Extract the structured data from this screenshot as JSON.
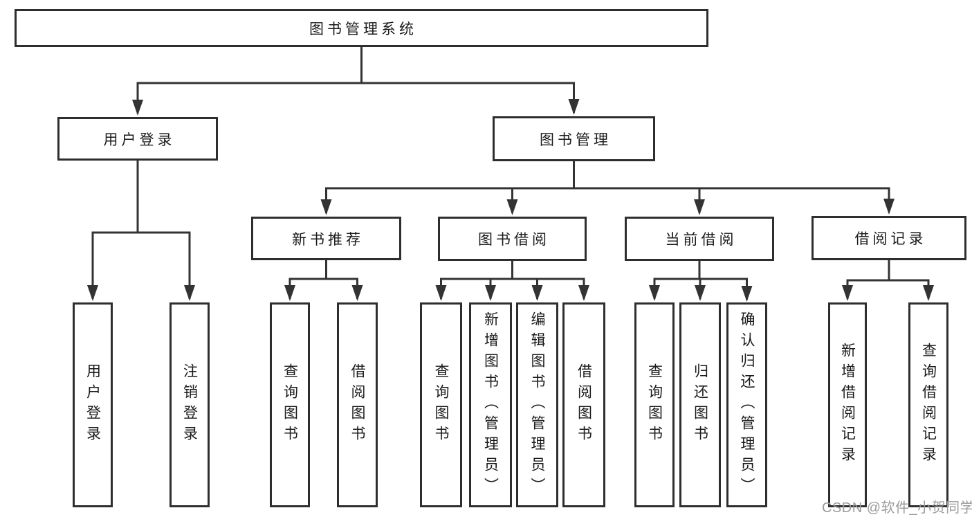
{
  "diagram": {
    "root": {
      "label": "图书管理系统"
    },
    "user_login": {
      "label": "用户登录",
      "children": [
        "用户登录",
        "注销登录"
      ]
    },
    "book_management": {
      "label": "图书管理",
      "sections": [
        {
          "label": "新书推荐",
          "children": [
            "查询图书",
            "借阅图书"
          ]
        },
        {
          "label": "图书借阅",
          "children": [
            "查询图书",
            "新增图书（管理员）",
            "编辑图书（管理员）",
            "借阅图书"
          ]
        },
        {
          "label": "当前借阅",
          "children": [
            "查询图书",
            "归还图书",
            "确认归还（管理员）"
          ]
        },
        {
          "label": "借阅记录",
          "children": [
            "新增借阅记录",
            "查询借阅记录"
          ]
        }
      ]
    }
  },
  "watermark": "CSDN @软件_小贺同学",
  "colors": {
    "line": "#333333",
    "box_border": "#2e2e2e",
    "text": "#1a1a1a",
    "watermark": "#9b9b9b",
    "background": "#ffffff"
  }
}
